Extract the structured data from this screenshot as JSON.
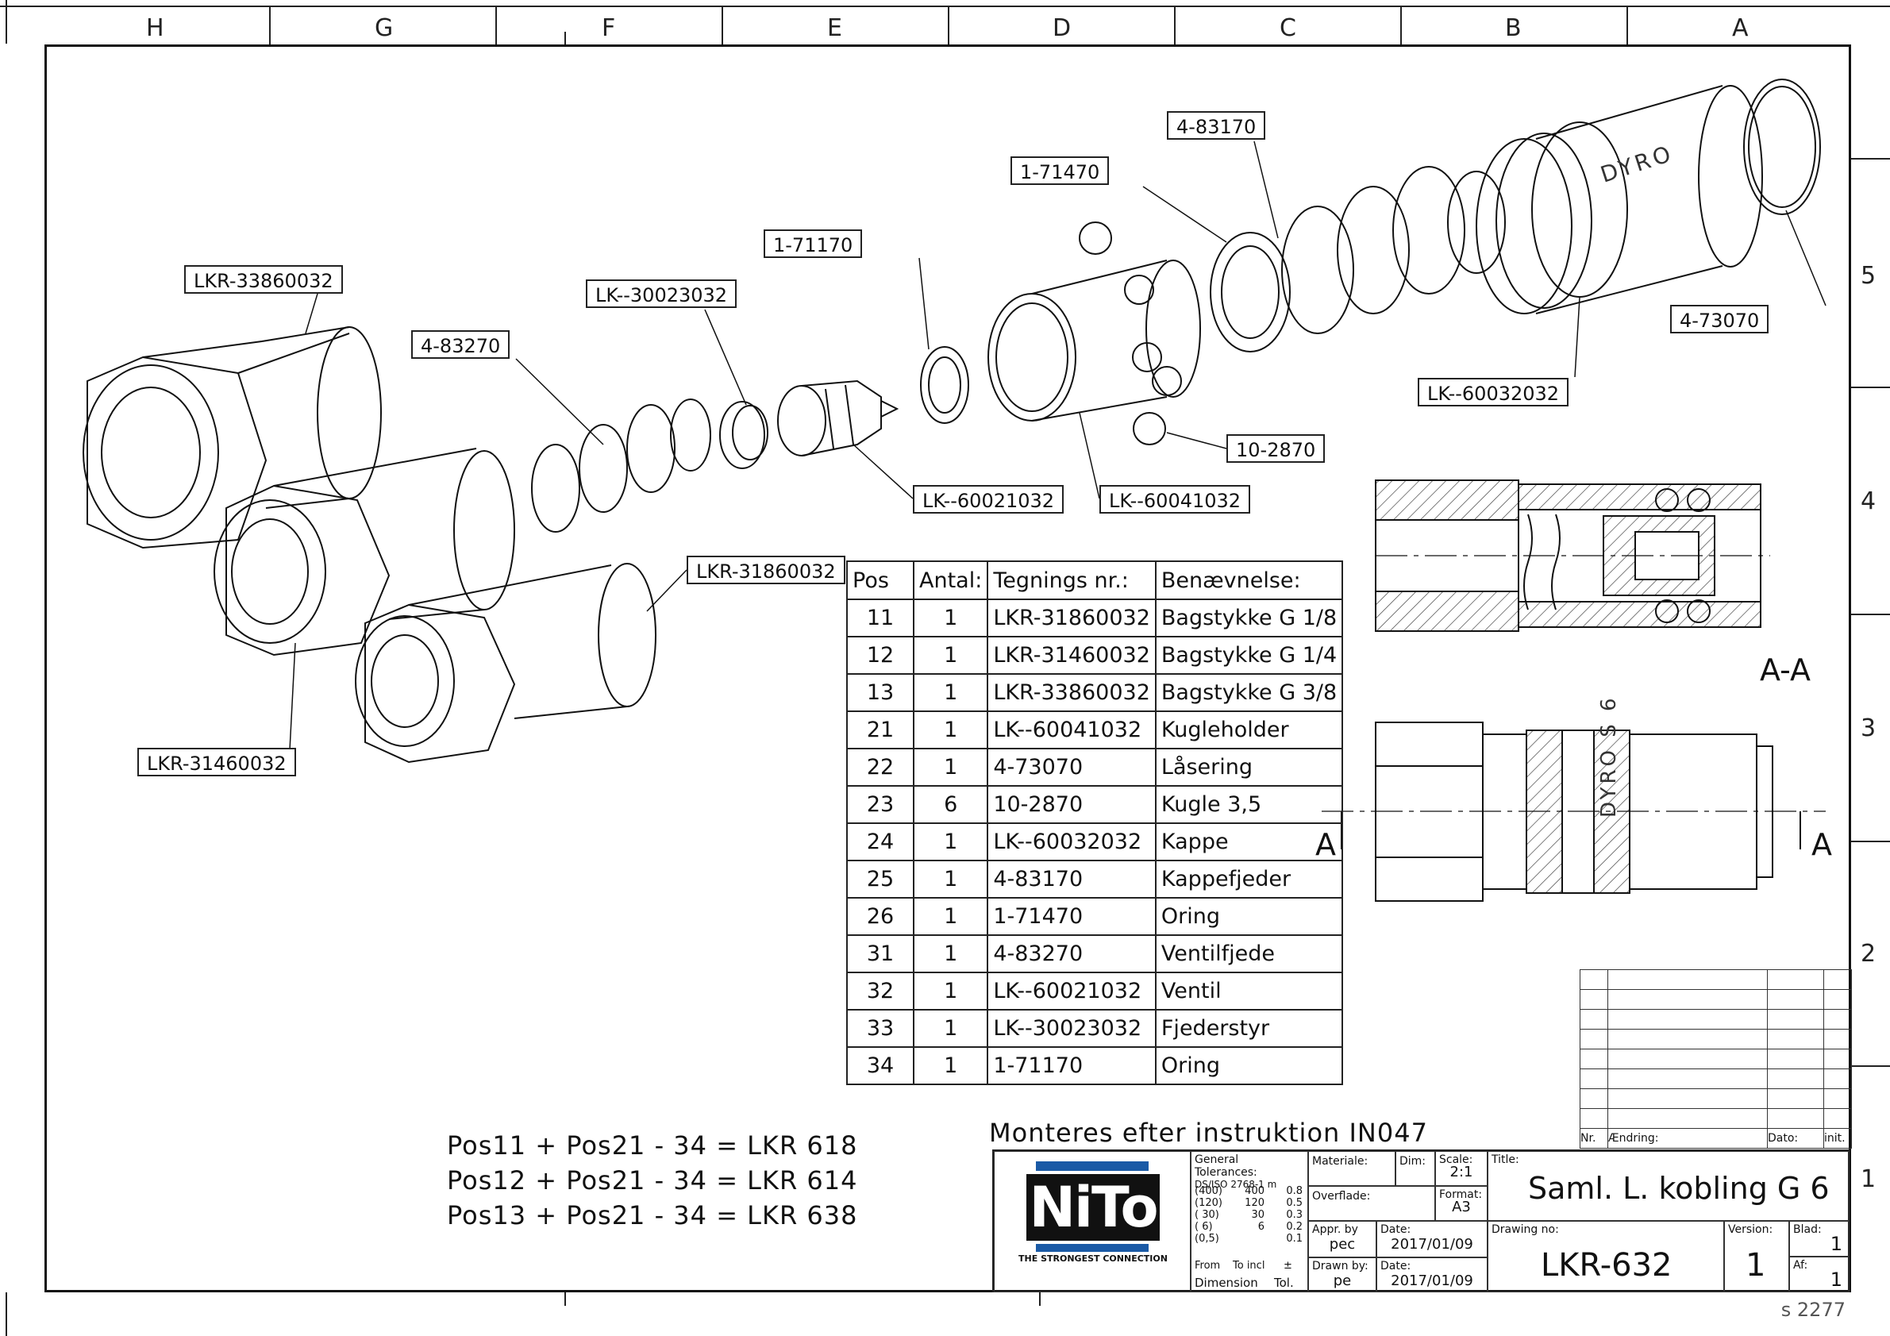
{
  "grid": {
    "columns": [
      "H",
      "G",
      "F",
      "E",
      "D",
      "C",
      "B",
      "A"
    ],
    "rows": [
      "5",
      "4",
      "3",
      "2",
      "1"
    ]
  },
  "callouts": {
    "c1": "4-83170",
    "c2": "1-71470",
    "c3": "1-71170",
    "c4": "LKR-33860032",
    "c5": "LK--30023032",
    "c6": "4-83270",
    "c7": "4-73070",
    "c8": "LK--60032032",
    "c9": "10-2870",
    "c10": "LK--60021032",
    "c11": "LK--60041032",
    "c12": "LKR-31860032",
    "c13": "LKR-31460032"
  },
  "section": {
    "label": "A-A",
    "cut_left": "A",
    "cut_right": "A",
    "coupling_text": "DYRO S 6",
    "nut_text": "DYRO"
  },
  "parts_table": {
    "headers": [
      "Pos",
      "Antal:",
      "Tegnings nr.:",
      "Benævnelse:"
    ],
    "rows": [
      [
        "11",
        "1",
        "LKR-31860032",
        "Bagstykke G 1/8"
      ],
      [
        "12",
        "1",
        "LKR-31460032",
        "Bagstykke G 1/4"
      ],
      [
        "13",
        "1",
        "LKR-33860032",
        "Bagstykke G 3/8"
      ],
      [
        "21",
        "1",
        "LK--60041032",
        "Kugleholder"
      ],
      [
        "22",
        "1",
        "4-73070",
        "Låsering"
      ],
      [
        "23",
        "6",
        "10-2870",
        "Kugle 3,5"
      ],
      [
        "24",
        "1",
        "LK--60032032",
        "Kappe"
      ],
      [
        "25",
        "1",
        "4-83170",
        "Kappefjeder"
      ],
      [
        "26",
        "1",
        "1-71470",
        "Oring"
      ],
      [
        "31",
        "1",
        "4-83270",
        "Ventilfjede"
      ],
      [
        "32",
        "1",
        "LK--60021032",
        "Ventil"
      ],
      [
        "33",
        "1",
        "LK--30023032",
        "Fjederstyr"
      ],
      [
        "34",
        "1",
        "1-71170",
        "Oring"
      ]
    ]
  },
  "formulas": [
    "Pos11 + Pos21 - 34 = LKR 618",
    "Pos12 + Pos21 - 34 = LKR 614",
    "Pos13 + Pos21 - 34 = LKR 638"
  ],
  "instruction": "Monteres efter instruktion IN047",
  "revision": {
    "nr": "Nr.",
    "change": "Ændring:",
    "date": "Dato:",
    "init": "init."
  },
  "title_block": {
    "logo": "NiTo",
    "logo_tagline": "THE STRONGEST CONNECTION",
    "tolerances_title": "General Tolerances:",
    "tolerances_std": "DS/ISO 2768-1 m",
    "tol_col1": [
      "(400)",
      "(120)",
      "( 30)",
      "( 6)",
      "(0,5)"
    ],
    "tol_col2": [
      "",
      "400",
      "120",
      "30",
      "6"
    ],
    "tol_col3": [
      "0.8",
      "0.5",
      "0.3",
      "0.2",
      "0.1"
    ],
    "tol_from": "From",
    "tol_to": "To incl",
    "tol_pm": "±",
    "tol_dimension": "Dimension",
    "tol_tol": "Tol.",
    "material_label": "Materiale:",
    "dim_label": "Dim:",
    "scale_label": "Scale:",
    "scale_value": "2:1",
    "surface_label": "Overflade:",
    "format_label": "Format:",
    "format_value": "A3",
    "appr_label": "Appr. by",
    "appr_value": "pec",
    "date_label": "Date:",
    "date_value1": "2017/01/09",
    "drawn_label": "Drawn by:",
    "drawn_value": "pe",
    "date_value2": "2017/01/09",
    "title_label": "Title:",
    "title_value": "Saml. L. kobling G 6",
    "drawing_no_label": "Drawing no:",
    "drawing_no_value": "LKR-632",
    "version_label": "Version:",
    "version_value": "1",
    "sheet_label": "Blad:",
    "sheet_value": "1",
    "of_label": "Af:",
    "of_value": "1"
  },
  "stamp": "s 2277"
}
